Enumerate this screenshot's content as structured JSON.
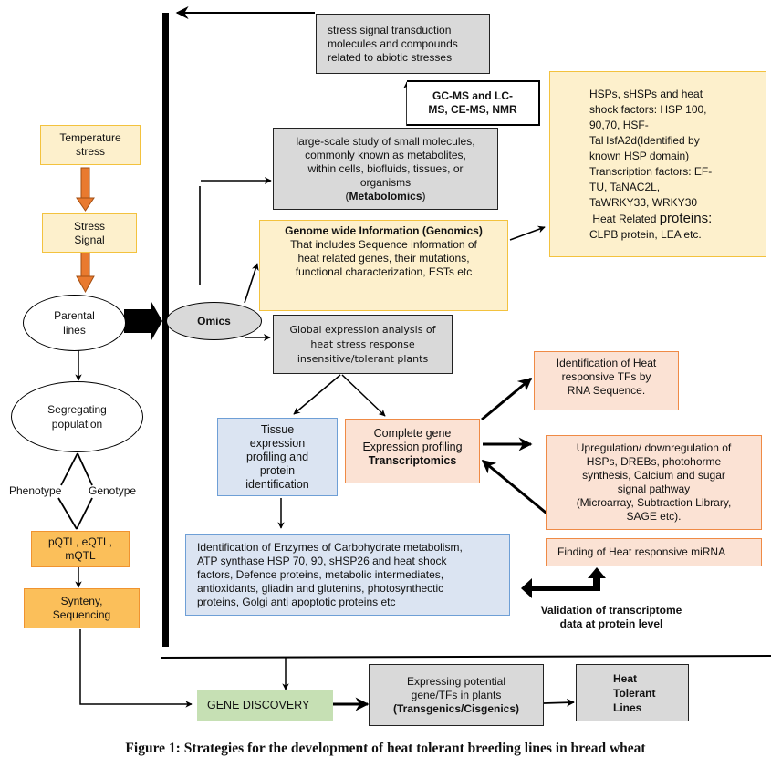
{
  "left_flow": {
    "temperature_stress": "Temperature stress",
    "stress_signal_line1": "Stress",
    "stress_signal_line2": "Signal",
    "parental_line1": "Parental",
    "parental_line2": "lines",
    "segregating_line1": "Segregating",
    "segregating_line2": "population",
    "phenotype": "Phenotype",
    "genotype": "Genotype",
    "qtl_line1": "pQTL, eQTL,",
    "qtl_line2": "mQTL",
    "synteny_line1": "Synteny,",
    "synteny_line2": "Sequencing"
  },
  "omics": {
    "label": "Omics"
  },
  "metabolomics": {
    "top_box": [
      "stress signal transduction",
      "molecules and compounds",
      "related to abiotic stresses"
    ],
    "methods": [
      "GC-MS and LC-",
      "MS, CE-MS, NMR"
    ],
    "study_box": [
      "large-scale study of small molecules,",
      "commonly known as metabolites,",
      "within cells, biofluids, tissues, or",
      "organisms"
    ],
    "study_title": "Metabolomics"
  },
  "genomics": {
    "title": "Genome wide Information (Genomics)",
    "lines": [
      "That includes Sequence information of",
      "heat related genes, their mutations,",
      "functional characterization, ESTs etc"
    ],
    "hsp_box": {
      "lines": [
        "HSPs, sHSPs and heat",
        "shock factors: HSP 100,",
        "90,70,  HSF-",
        "TaHsfA2d(Identified by",
        "known HSP domain)",
        "Transcription factors: EF-",
        "TU, TaNAC2L,",
        "TaWRKY33,  WRKY30"
      ],
      "heat_related_prefix": " Heat Related ",
      "heat_related_word": "proteins:",
      "last_line": "CLPB protein, LEA  etc."
    }
  },
  "global_expression": {
    "lines": [
      "Global expression analysis of",
      "heat stress response",
      "insensitive/tolerant plants"
    ]
  },
  "tissue_box": {
    "lines": [
      "Tissue",
      "expression",
      "profiling and",
      "protein",
      "identification"
    ]
  },
  "transcriptomics_box": {
    "lines": [
      "Complete gene",
      "Expression profiling"
    ],
    "title": "Transcriptomics"
  },
  "rna_seq_box": {
    "lines": [
      "Identification of Heat",
      "responsive TFs  by",
      "RNA  Sequence."
    ]
  },
  "regulation_box": {
    "lines": [
      "Upregulation/ downregulation of",
      "HSPs, DREBs, photohorme",
      "synthesis, Calcium and sugar",
      "signal pathway",
      "(Microarray,  Subtraction Library,",
      "SAGE etc)."
    ]
  },
  "mirna_box": {
    "label": "Finding of Heat responsive miRNA"
  },
  "enzymes_box": {
    "lines": [
      "Identification of Enzymes of Carbohydrate metabolism,",
      "ATP synthase HSP 70, 90, sHSP26 and heat shock",
      "factors, Defence proteins, metabolic intermediates,",
      "antioxidants, gliadin and glutenins, photosynthectic",
      "proteins, Golgi anti apoptotic proteins etc"
    ]
  },
  "validation": {
    "lines": [
      "Validation of transcriptome",
      "data at protein level"
    ]
  },
  "bottom_flow": {
    "gene_discovery": "GENE DISCOVERY",
    "expressing_lines": [
      "Expressing potential",
      "gene/TFs  in plants"
    ],
    "expressing_title": "(Transgenics/Cisgenics)",
    "heat_tolerant_lines": [
      "Heat",
      "Tolerant",
      "Lines"
    ]
  },
  "caption": "Figure 1: Strategies for the development of heat tolerant breeding lines in bread wheat",
  "colors": {
    "yellow_fill": "#fdf0cc",
    "orange_fill": "#fbbf5a",
    "arrow_orange": "#e97a2f",
    "gray_fill": "#d9d9d9",
    "peach_fill": "#fbe2d4",
    "blue_fill": "#dbe4f2",
    "green_fill": "#c6e0b4"
  }
}
